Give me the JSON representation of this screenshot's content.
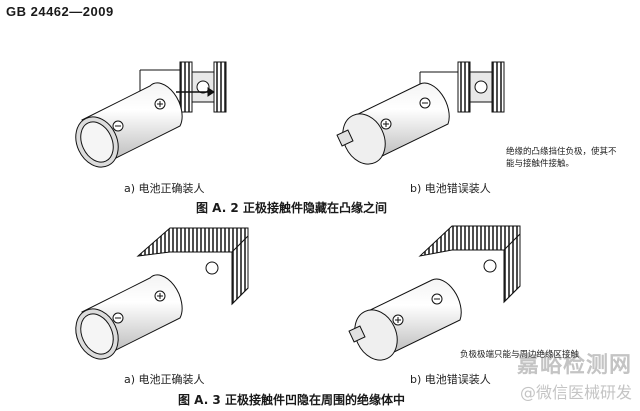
{
  "header": {
    "standard_code": "GB  24462—2009"
  },
  "figures": [
    {
      "title": "图 A. 2   正极接触件隐藏在凸缘之间",
      "panels": [
        {
          "caption": "a) 电池正确装人"
        },
        {
          "caption": "b) 电池错误装人",
          "note": "绝缘的凸缘挡住负极，使其不能与接触件接触。"
        }
      ]
    },
    {
      "title": "图 A. 3    正极接触件凹隐在周围的绝缘体中",
      "panels": [
        {
          "caption": "a) 电池正确装人"
        },
        {
          "caption": "b) 电池错误装人",
          "note": "负极极端只能与周边绝缘区接触"
        }
      ]
    }
  ],
  "watermark": {
    "line1": "嘉峪检测网",
    "line2": "@微信医械研发"
  }
}
